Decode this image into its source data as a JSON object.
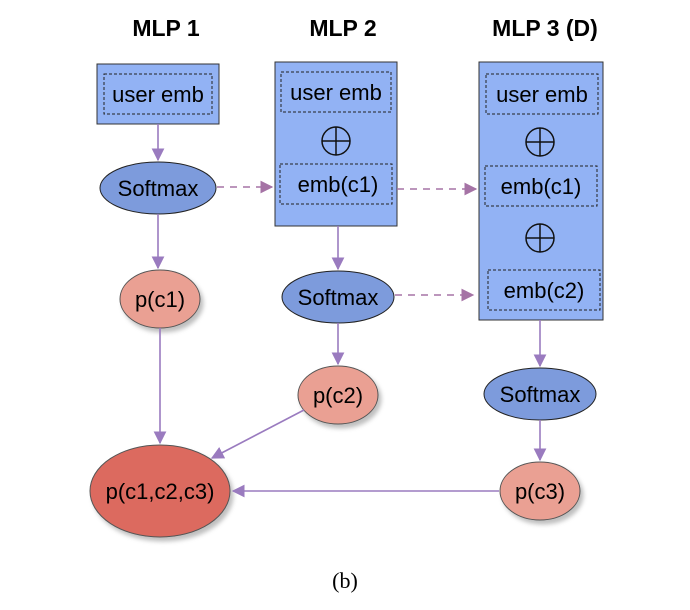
{
  "columns": [
    {
      "title": "MLP 1"
    },
    {
      "title": "MLP 2"
    },
    {
      "title": "MLP 3 (D)"
    }
  ],
  "blocks": {
    "user_emb": "user emb",
    "emb_c1": "emb(c1)",
    "emb_c2": "emb(c2)"
  },
  "nodes": {
    "softmax": "Softmax",
    "p_c1": "p(c1)",
    "p_c2": "p(c2)",
    "p_c3": "p(c3)",
    "p_joint": "p(c1,c2,c3)"
  },
  "symbols": {
    "concat": "⊕"
  },
  "caption": "(b)",
  "colors": {
    "block_fill": "#92b2f4",
    "block_stroke": "#333333",
    "softmax_fill": "#7d9bdc",
    "prob_fill": "#eaa093",
    "joint_fill": "#dc6b5f",
    "arrow_solid": "#9a7bbf",
    "arrow_dashed": "#a573a5"
  }
}
